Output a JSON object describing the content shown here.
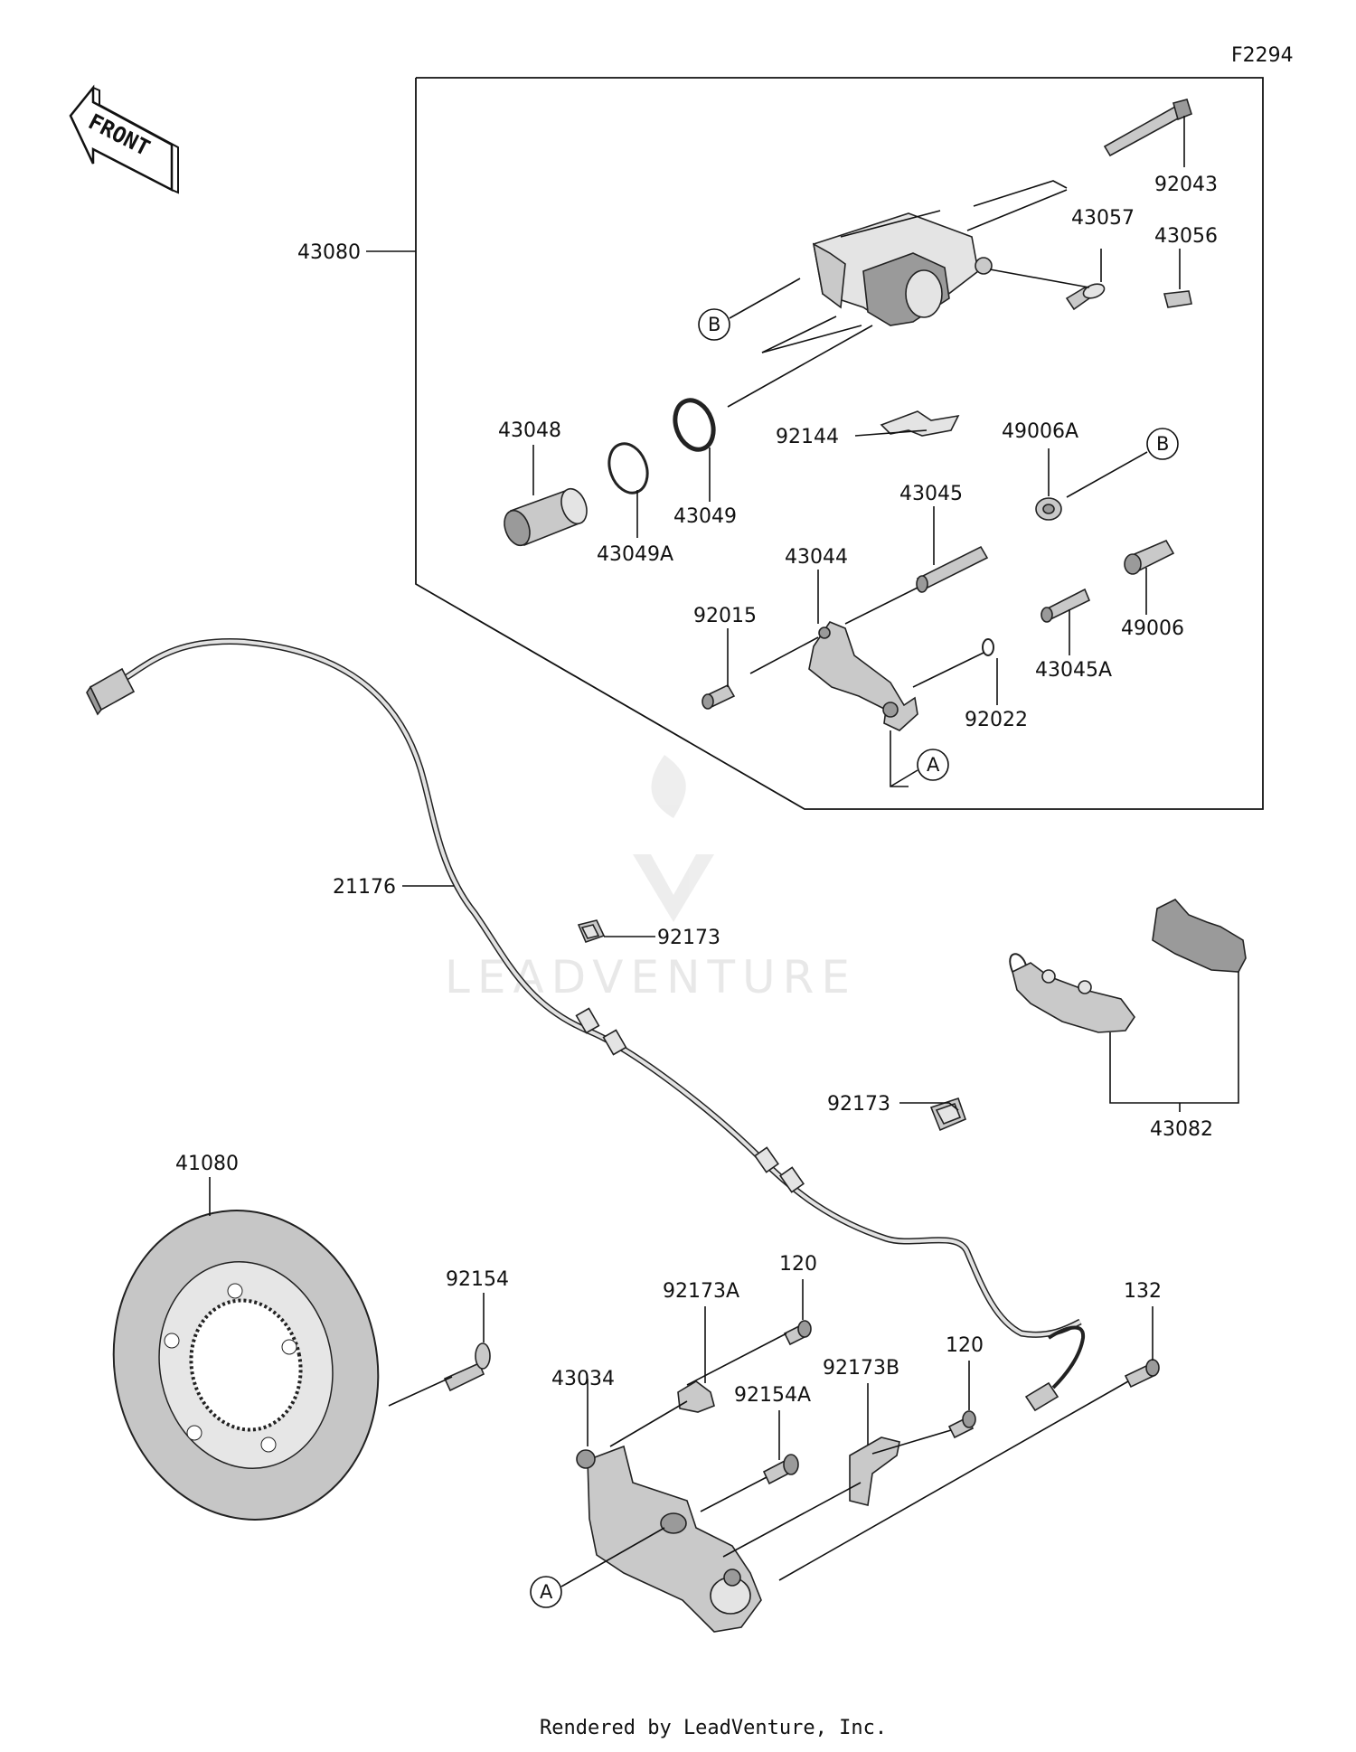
{
  "diagram_code": "F2294",
  "footer": "Rendered by LeadVenture, Inc.",
  "watermark": "LEADVENTURE",
  "front_arrow_text": "FRONT",
  "ref_markers": [
    "A",
    "B"
  ],
  "parts": [
    {
      "number": "43080"
    },
    {
      "number": "92043"
    },
    {
      "number": "43057"
    },
    {
      "number": "43056"
    },
    {
      "number": "92144"
    },
    {
      "number": "49006A"
    },
    {
      "number": "43048"
    },
    {
      "number": "43049A"
    },
    {
      "number": "43049"
    },
    {
      "number": "43045"
    },
    {
      "number": "43044"
    },
    {
      "number": "92015"
    },
    {
      "number": "49006"
    },
    {
      "number": "43045A"
    },
    {
      "number": "92022"
    },
    {
      "number": "21176"
    },
    {
      "number": "92173"
    },
    {
      "number": "92173"
    },
    {
      "number": "43082"
    },
    {
      "number": "41080"
    },
    {
      "number": "92154"
    },
    {
      "number": "120"
    },
    {
      "number": "92173A"
    },
    {
      "number": "43034"
    },
    {
      "number": "92154A"
    },
    {
      "number": "92173B"
    },
    {
      "number": "120"
    },
    {
      "number": "132"
    }
  ]
}
